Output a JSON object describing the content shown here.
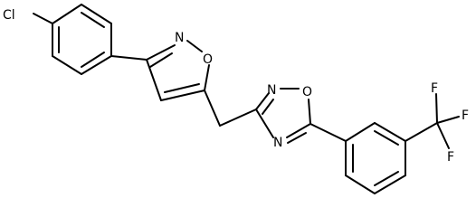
{
  "molecule": {
    "atoms": {
      "cl": "Cl",
      "n_isoxazole": "N",
      "o_isoxazole": "O",
      "n_oxadiazole_top": "N",
      "o_oxadiazole": "O",
      "n_oxadiazole_bottom": "N",
      "f1": "F",
      "f2": "F",
      "f3": "F"
    }
  }
}
